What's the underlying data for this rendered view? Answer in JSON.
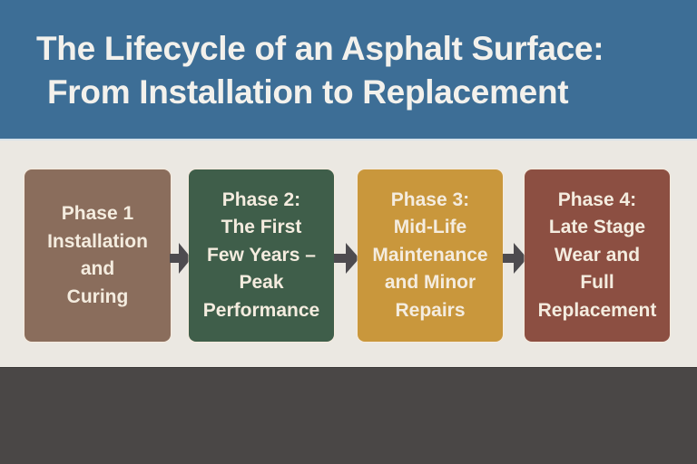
{
  "header": {
    "title_lines": [
      "The Lifecycle of an Asphalt Surface:",
      "From Installation to Replacement"
    ],
    "background_color": "#3d6e96",
    "text_color": "#f3f1ec"
  },
  "phases": [
    {
      "lines": [
        "Phase 1",
        "Installation",
        "and",
        "Curing"
      ],
      "color": "#8a6d5c"
    },
    {
      "lines": [
        "Phase 2:",
        "The First",
        "Few Years –",
        "Peak",
        "Performance"
      ],
      "color": "#3f5e4a"
    },
    {
      "lines": [
        "Phase 3:",
        "Mid-Life",
        "Maintenance",
        "and Minor",
        "Repairs"
      ],
      "color": "#c9973c"
    },
    {
      "lines": [
        "Phase 4:",
        "Late Stage",
        "Wear and",
        "Full",
        "Replacement"
      ],
      "color": "#8c4f42"
    }
  ],
  "arrows": {
    "count": 3,
    "color": "#4d4b4f",
    "icon": "arrow-right-icon"
  },
  "colors": {
    "page_background": "#ebe8e2",
    "footer_band": "#4a4746"
  }
}
